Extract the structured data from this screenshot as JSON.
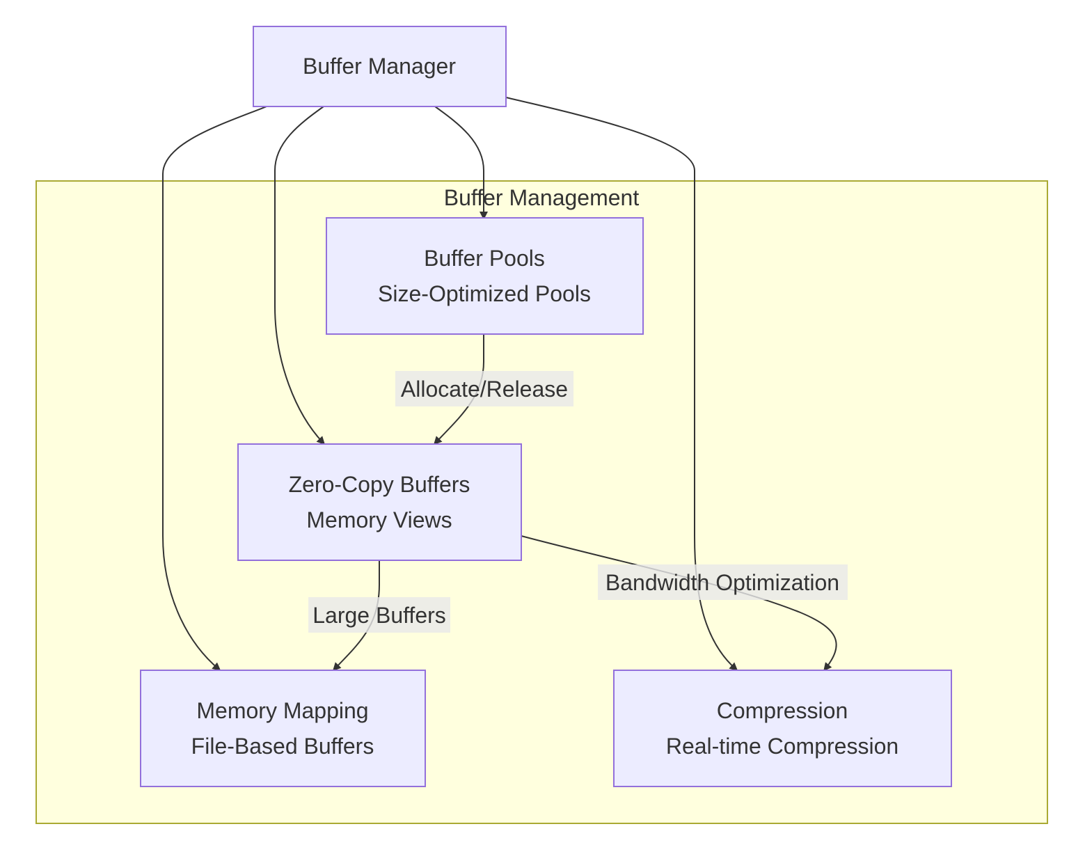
{
  "colors": {
    "node_fill": "#ECECFF",
    "node_stroke": "#9370DB",
    "cluster_fill": "#FFFFDE",
    "cluster_stroke": "#AAAA33",
    "edge": "#333333",
    "edge_label_bg": "#E8E8E8",
    "text": "#333333"
  },
  "cluster": {
    "label": "Buffer Management"
  },
  "nodes": {
    "buffer_manager": {
      "line1": "Buffer Manager"
    },
    "buffer_pools": {
      "line1": "Buffer Pools",
      "line2": "Size-Optimized Pools"
    },
    "zero_copy": {
      "line1": "Zero-Copy Buffers",
      "line2": "Memory Views"
    },
    "memory_mapping": {
      "line1": "Memory Mapping",
      "line2": "File-Based Buffers"
    },
    "compression": {
      "line1": "Compression",
      "line2": "Real-time Compression"
    }
  },
  "edges": [
    {
      "from": "Buffer Manager",
      "to": "Buffer Pools",
      "label": ""
    },
    {
      "from": "Buffer Manager",
      "to": "Zero-Copy Buffers",
      "label": ""
    },
    {
      "from": "Buffer Manager",
      "to": "Memory Mapping",
      "label": ""
    },
    {
      "from": "Buffer Manager",
      "to": "Compression",
      "label": ""
    },
    {
      "from": "Buffer Pools",
      "to": "Zero-Copy Buffers",
      "label": "Allocate/Release"
    },
    {
      "from": "Zero-Copy Buffers",
      "to": "Memory Mapping",
      "label": "Large Buffers"
    },
    {
      "from": "Zero-Copy Buffers",
      "to": "Compression",
      "label": "Bandwidth Optimization"
    }
  ],
  "edge_labels": {
    "allocate_release": "Allocate/Release",
    "large_buffers": "Large Buffers",
    "bandwidth_optimization": "Bandwidth Optimization"
  }
}
